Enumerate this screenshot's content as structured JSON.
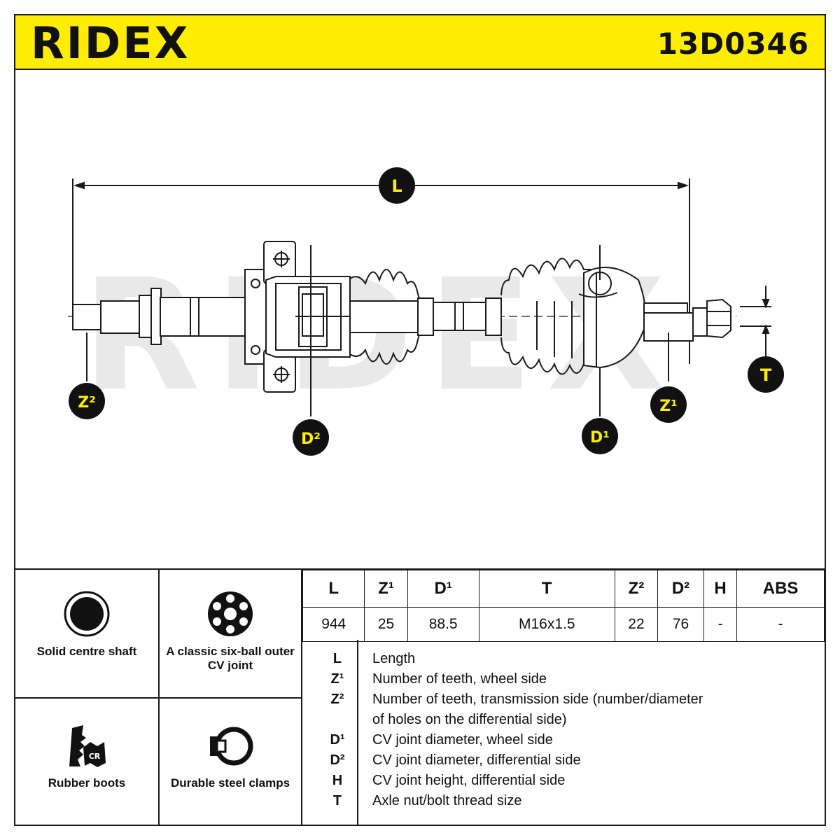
{
  "header": {
    "logo": "RIDEX",
    "part_number": "13D0346"
  },
  "drawing": {
    "labels": {
      "L": "L",
      "Z1": "Z¹",
      "Z2": "Z²",
      "D1": "D¹",
      "D2": "D²",
      "T": "T"
    },
    "watermark": "RIDEX"
  },
  "features": [
    {
      "label": "Solid centre shaft",
      "icon": "solid-shaft-icon"
    },
    {
      "label": "A classic six-ball outer CV joint",
      "icon": "six-ball-joint-icon"
    },
    {
      "label": "Rubber boots",
      "icon": "rubber-boot-cr-icon",
      "badge": "CR"
    },
    {
      "label": "Durable steel clamps",
      "icon": "steel-clamp-icon"
    }
  ],
  "spec_table": {
    "headers": [
      "L",
      "Z¹",
      "D¹",
      "T",
      "Z²",
      "D²",
      "H",
      "ABS"
    ],
    "values": [
      "944",
      "25",
      "88.5",
      "M16x1.5",
      "22",
      "76",
      "-",
      "-"
    ]
  },
  "legend": [
    {
      "key": "L",
      "desc": "Length"
    },
    {
      "key": "Z¹",
      "desc": "Number of teeth, wheel side"
    },
    {
      "key": "Z²",
      "desc": "Number of teeth, transmission side (number/diameter"
    },
    {
      "key": "",
      "desc": "of holes on the differential side)"
    },
    {
      "key": "D¹",
      "desc": "CV joint diameter, wheel side"
    },
    {
      "key": "D²",
      "desc": "CV joint diameter, differential side"
    },
    {
      "key": "H",
      "desc": "CV joint height, differential side"
    },
    {
      "key": "T",
      "desc": "Axle nut/bolt thread size"
    }
  ],
  "colors": {
    "brand_yellow": "#ffed00",
    "ink": "#111111",
    "watermark_gray": "#e6e6e6"
  }
}
